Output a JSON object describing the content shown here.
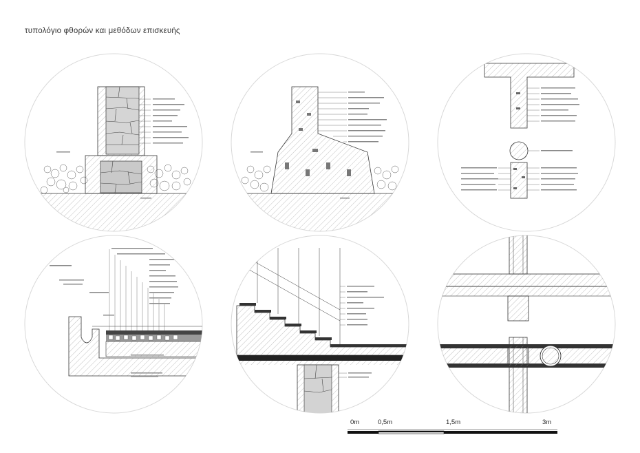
{
  "title": "τυπολόγιο φθορών και μεθόδων επισκευής",
  "scale": {
    "labels": [
      "0m",
      "0,5m",
      "1,5m",
      "3m"
    ],
    "values_m": [
      0,
      0.5,
      1.5,
      3
    ]
  },
  "details": [
    {
      "id": "stone-wall-footing"
    },
    {
      "id": "plastered-wall-footing"
    },
    {
      "id": "slab-column-junction"
    },
    {
      "id": "courtyard-drain-section"
    },
    {
      "id": "stair-railing-section"
    },
    {
      "id": "column-slab-plan"
    }
  ]
}
